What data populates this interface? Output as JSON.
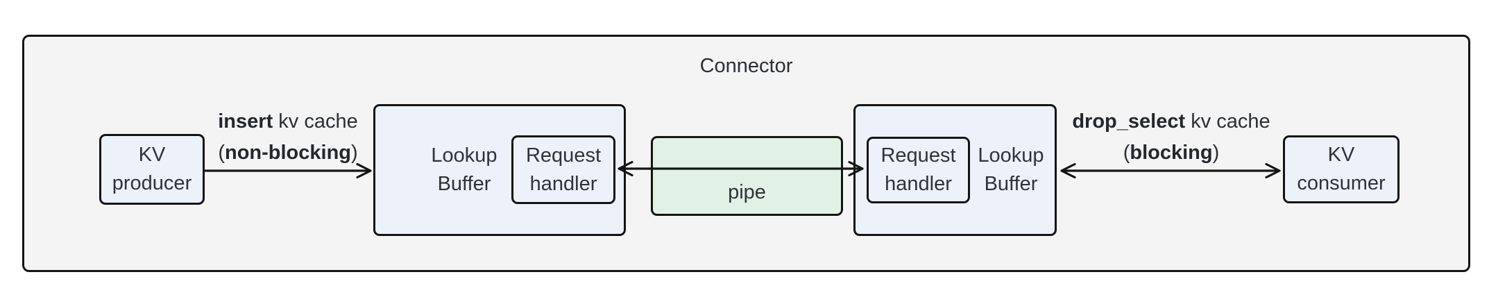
{
  "title": "Connector",
  "colors": {
    "container_fill": "#f4f4f5",
    "node_fill": "#edf1f9",
    "pipe_fill": "#e2f1e6",
    "border": "#141414",
    "text": "#2f3337"
  },
  "nodes": {
    "kv_producer": {
      "line1": "KV",
      "line2": "producer"
    },
    "lookup_buffer_left": {
      "line1": "Lookup",
      "line2": "Buffer"
    },
    "request_handler_left": {
      "line1": "Request",
      "line2": "handler"
    },
    "pipe": {
      "label": "pipe"
    },
    "request_handler_right": {
      "line1": "Request",
      "line2": "handler"
    },
    "lookup_buffer_right": {
      "line1": "Lookup",
      "line2": "Buffer"
    },
    "kv_consumer": {
      "line1": "KV",
      "line2": "consumer"
    }
  },
  "edges": {
    "insert": {
      "line1_bold": "insert",
      "line1_rest": " kv cache",
      "line2_pre": "(",
      "line2_bold": "non-blocking",
      "line2_post": ")"
    },
    "drop_select": {
      "line1_bold": "drop_select",
      "line1_rest": " kv cache",
      "line2_pre": "(",
      "line2_bold": "blocking",
      "line2_post": ")"
    }
  }
}
